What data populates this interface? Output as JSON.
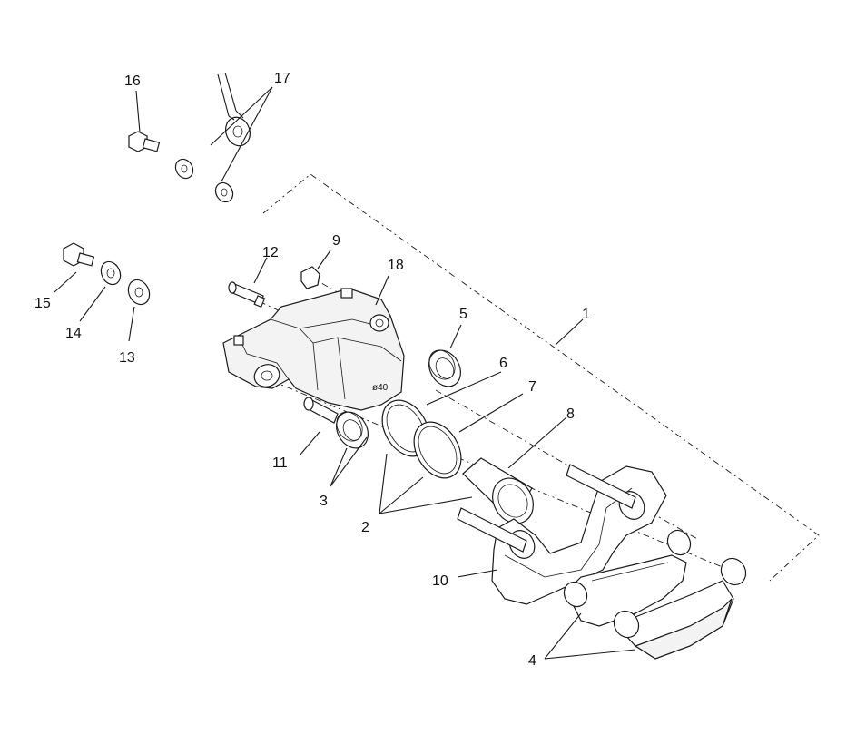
{
  "callouts": {
    "c1": "1",
    "c2": "2",
    "c3": "3",
    "c4": "4",
    "c5": "5",
    "c6": "6",
    "c7": "7",
    "c8": "8",
    "c9": "9",
    "c10": "10",
    "c11": "11",
    "c12": "12",
    "c13": "13",
    "c14": "14",
    "c15": "15",
    "c16": "16",
    "c17": "17",
    "c18": "18"
  },
  "caliper_marking": "ø40"
}
